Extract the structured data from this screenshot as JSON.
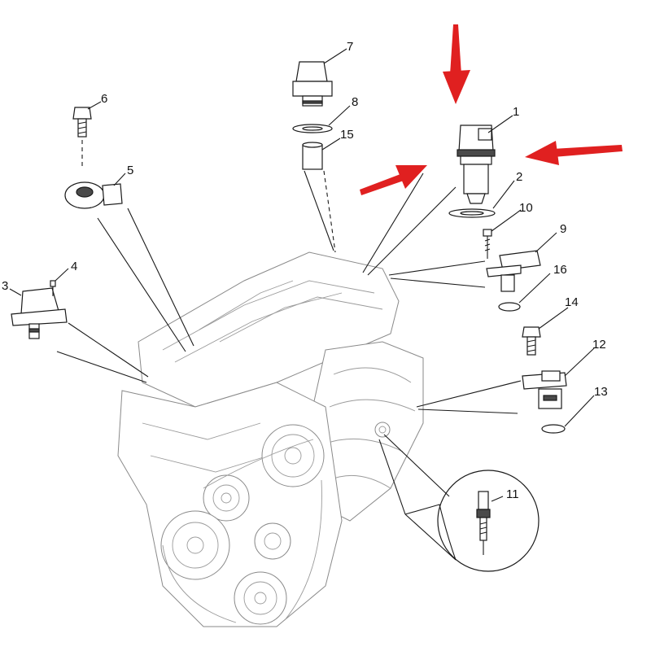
{
  "diagram": {
    "callouts": {
      "c1": "1",
      "c2": "2",
      "c3": "3",
      "c4": "4",
      "c5": "5",
      "c6": "6",
      "c7": "7",
      "c8": "8",
      "c9": "9",
      "c10": "10",
      "c11": "11",
      "c12": "12",
      "c13": "13",
      "c14": "14",
      "c15": "15",
      "c16": "16"
    },
    "arrow_color": "#e02020",
    "line_color": "#1a1a1a"
  }
}
